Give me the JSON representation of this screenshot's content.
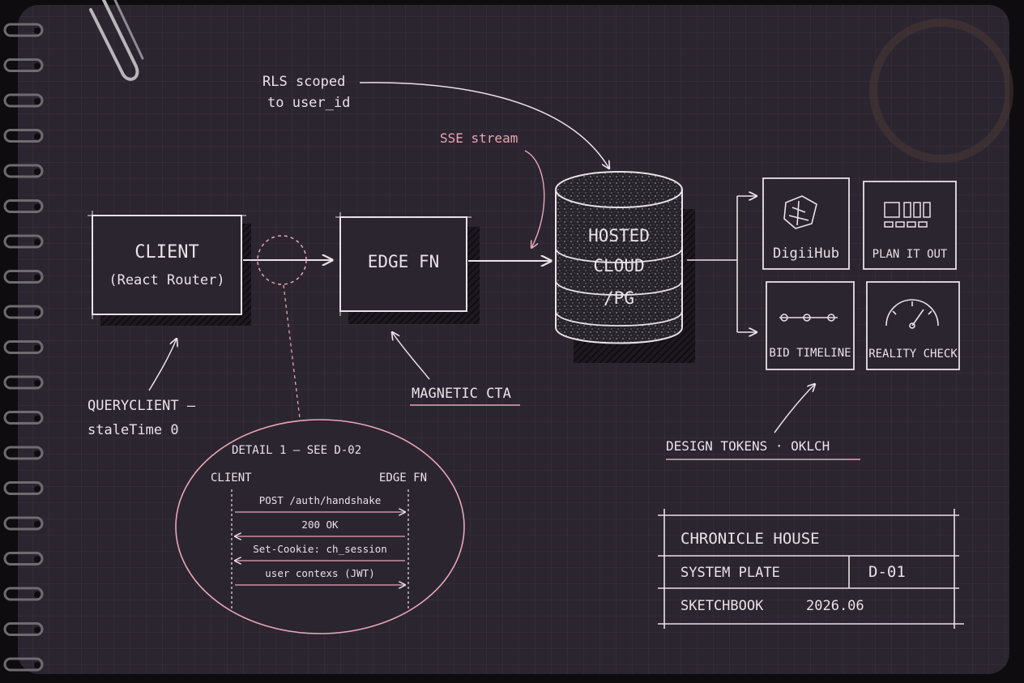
{
  "colors": {
    "paper": "#2b2530",
    "grid": "#3a3340",
    "chalk": "#e9e2e8",
    "pink": "#e8a7b4",
    "hatch": "#17131a"
  },
  "nodes": {
    "client": {
      "title": "CLIENT",
      "subtitle": "(React Router)"
    },
    "edge": {
      "title": "EDGE FN"
    },
    "db": {
      "line1": "HOSTED",
      "line2": "CLOUD",
      "line3": "/PG"
    },
    "tiles": {
      "digiihub": "DigiiHub",
      "plan": "PLAN IT OUT",
      "bid": "BID TIMELINE",
      "reality": "REALITY CHECK"
    }
  },
  "annotations": {
    "rls_line1": "RLS scoped",
    "rls_line2": "to user_id",
    "sse": "SSE stream",
    "query_line1": "QUERYCLIENT —",
    "query_line2": "staleTime 0",
    "magnetic": "MAGNETIC CTA",
    "tokens": "DESIGN TOKENS · OKLCH"
  },
  "detail": {
    "title": "DETAIL 1 — SEE D-02",
    "left": "CLIENT",
    "right": "EDGE FN",
    "messages": [
      {
        "label": "POST /auth/handshake",
        "direction": "right"
      },
      {
        "label": "200 OK",
        "direction": "left"
      },
      {
        "label": "Set-Cookie: ch_session",
        "direction": "left"
      },
      {
        "label": "user contexs (JWT)",
        "direction": "right"
      }
    ]
  },
  "titleblock": {
    "org": "CHRONICLE HOUSE",
    "plate": "SYSTEM PLATE",
    "number": "D-01",
    "book": "SKETCHBOOK",
    "date": "2026.06"
  }
}
